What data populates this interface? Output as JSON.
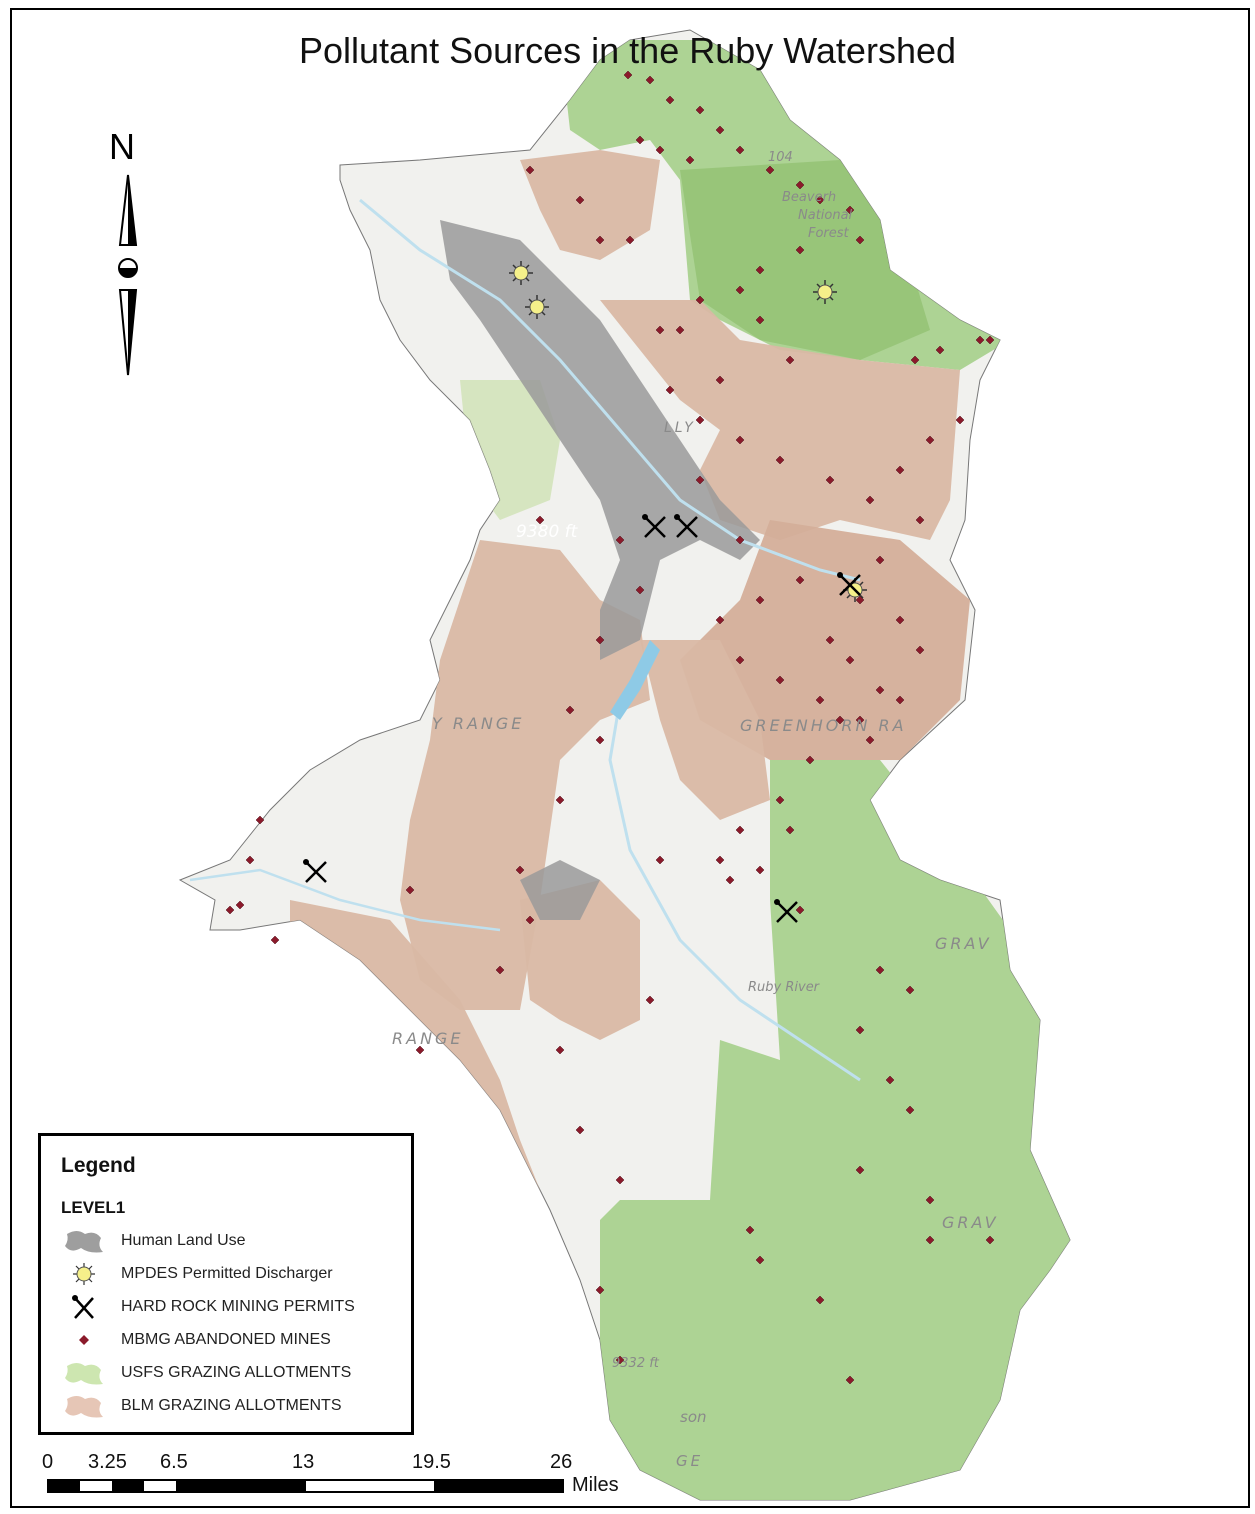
{
  "title": "Pollutant Sources in the Ruby Watershed",
  "north_label": "N",
  "map_labels": {
    "elev1": "9380 ft",
    "range1": "Y RANGE",
    "range2": "GREENHORN RA",
    "range3": "RANGE",
    "grav1": "GRAV",
    "grav2": "GRAV",
    "forest1": "Beaverh",
    "forest2": "National",
    "forest3": "Forest",
    "road": "104",
    "elev2": "9332 ft",
    "misc1": "LLY",
    "misc2": "son",
    "misc3": "GE",
    "misc4": "Ruby River"
  },
  "legend": {
    "title": "Legend",
    "subtitle": "LEVEL1",
    "items": [
      {
        "label": "Human Land Use",
        "symbol": "gray-polygon",
        "color": "#9e9e9e"
      },
      {
        "label": "MPDES Permitted Discharger",
        "symbol": "yellow-star",
        "color": "#f5f08a"
      },
      {
        "label": "HARD ROCK MINING PERMITS",
        "symbol": "pick-axe",
        "color": "#000000"
      },
      {
        "label": "MBMG ABANDONED MINES",
        "symbol": "red-diamond",
        "color": "#8b1a2b"
      },
      {
        "label": "USFS GRAZING ALLOTMENTS",
        "symbol": "green-polygon",
        "color": "#cde6b0"
      },
      {
        "label": "BLM GRAZING ALLOTMENTS",
        "symbol": "tan-polygon",
        "color": "#e6c6b6"
      }
    ]
  },
  "scale_bar": {
    "labels": [
      "0",
      "3.25",
      "6.5",
      "13",
      "19.5",
      "26"
    ],
    "unit": "Miles"
  },
  "colors": {
    "usfs": "#a9d18e",
    "usfs_dark": "#8fbf6e",
    "blm": "#d9b8a4",
    "base": "#f1f1ee",
    "human": "#9a9a9a",
    "water": "#bfe0ee",
    "mine": "#8b1a2b"
  }
}
